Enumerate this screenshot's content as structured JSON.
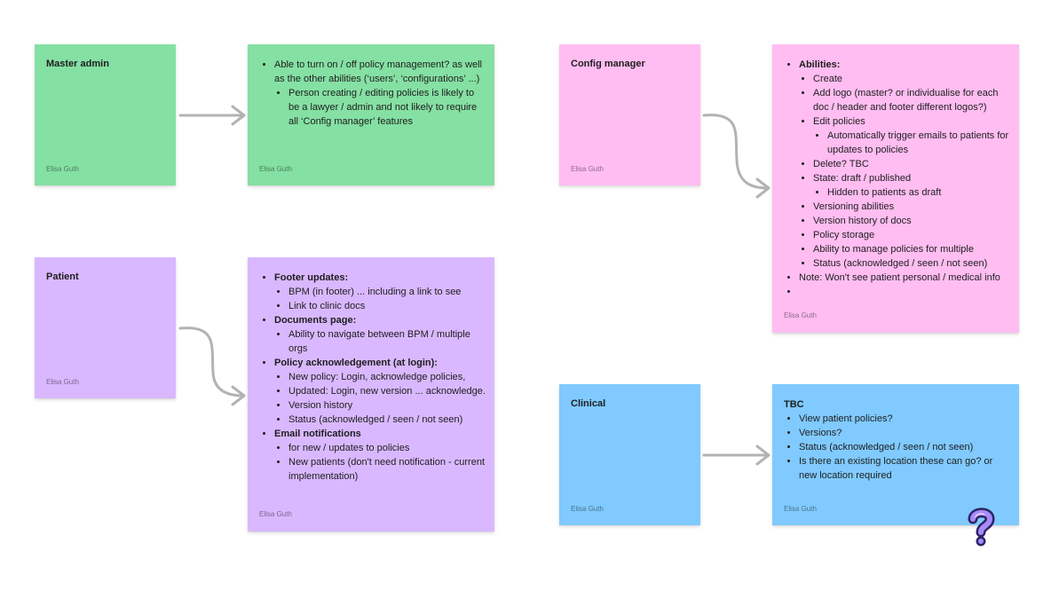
{
  "stickies": {
    "master_admin": {
      "title": "Master admin",
      "author": "Elisa Guth"
    },
    "master_admin_notes": {
      "author": "Elisa Guth",
      "items": [
        "Able to turn on / off policy management? as well as the other abilities (‘users’, ‘configurations’  ...)",
        "Person creating / editing policies is likely to be a lawyer / admin and not likely to require all ‘Config manager’ features"
      ]
    },
    "patient": {
      "title": "Patient",
      "author": "Elisa Guth"
    },
    "patient_notes": {
      "author": "Elisa Guth",
      "footer_updates": {
        "heading": "Footer updates:",
        "items": [
          "BPM (in footer) ... including a link to see",
          "Link to clinic docs"
        ]
      },
      "documents_page": {
        "heading": "Documents page:",
        "items": [
          "Ability to navigate between BPM / multiple orgs"
        ]
      },
      "policy_ack": {
        "heading": "Policy acknowledgement (at login):",
        "items": [
          "New policy: Login, acknowledge policies,",
          "Updated: Login, new version ... acknowledge.",
          "Version history",
          "Status (acknowledged / seen / not seen)"
        ]
      },
      "email_notifications": {
        "heading": "Email notifications",
        "items": [
          "for new / updates to policies",
          "New patients (don't need notification - current implementation)"
        ]
      }
    },
    "config_manager": {
      "title": "Config manager",
      "author": "Elisa Guth"
    },
    "config_manager_notes": {
      "author": "Elisa Guth",
      "abilities_heading": "Abilities:",
      "create": "Create",
      "add_logo": "Add logo (master? or individualise for each doc / header and footer different logos?)",
      "edit_policies": "Edit policies",
      "auto_trigger": "Automatically trigger emails to patients for updates to policies",
      "delete": "Delete? TBC",
      "state": "State: draft / published",
      "hidden": "Hidden to patients as draft",
      "versioning": "Versioning abilities",
      "version_history": "Version history of docs",
      "policy_storage": "Policy storage",
      "manage_multiple": "Ability to manage policies for multiple",
      "status": "Status (acknowledged / seen / not seen)",
      "note": "Note: Won't see patient personal / medical info",
      "empty_item": ""
    },
    "clinical": {
      "title": "Clinical",
      "author": "Elisa Guth"
    },
    "clinical_notes": {
      "author": "Elisa Guth",
      "heading": "TBC",
      "items": [
        "View patient policies?",
        "Versions?",
        "Status (acknowledged / seen / not seen)",
        "Is there an existing location these can go? or new location required"
      ]
    }
  },
  "colors": {
    "green": "#85e0a3",
    "pink": "#ffbdf2",
    "purple": "#d9b8ff",
    "blue": "#80caff",
    "connector": "#b3b3b3",
    "question_mark": "#a78bfa"
  },
  "icons": [
    "arrow-right-icon",
    "question-mark-sticker-icon"
  ]
}
